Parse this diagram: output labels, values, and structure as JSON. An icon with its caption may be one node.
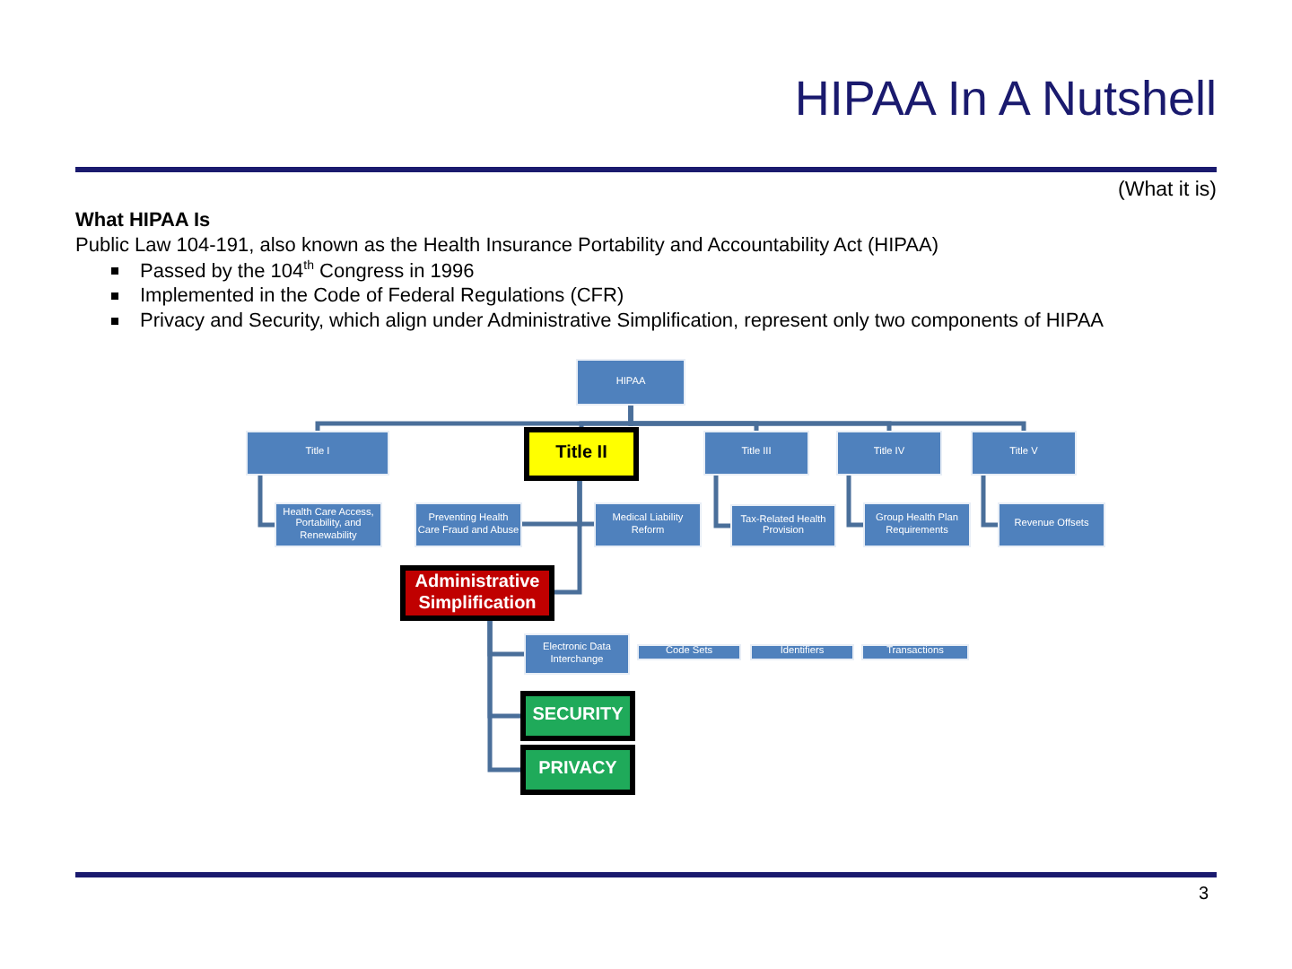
{
  "diagram": {
    "title": "HIPAA In A Nutshell",
    "nodes": [
      {
        "text": [
          "HIPAA"
        ]
      },
      {
        "text": [
          "Title I"
        ]
      },
      {
        "text": [
          "Title II"
        ]
      },
      {
        "text": [
          "Title III"
        ]
      },
      {
        "text": [
          "Title IV"
        ]
      },
      {
        "text": [
          "Title V"
        ]
      },
      {
        "text": [
          "Health Care Access, Portability, and Renewability"
        ]
      },
      {
        "text": [
          "Preventing Health Care Fraud and Abuse"
        ]
      },
      {
        "text": [
          "Medical Liability Reform"
        ]
      },
      {
        "text": [
          "Tax-Related Health Provision"
        ]
      },
      {
        "text": [
          "Group Health Plan Requirements"
        ]
      },
      {
        "text": [
          "Revenue Offsets"
        ]
      },
      {
        "text": [
          "Administrative Simplification"
        ]
      },
      {
        "text": [
          "Electronic Data Interchange"
        ]
      },
      {
        "text": [
          "Code Sets"
        ]
      },
      {
        "text": [
          "Identifiers"
        ]
      },
      {
        "text": [
          "Transactions"
        ]
      },
      {
        "text": [
          "SECURITY"
        ]
      },
      {
        "text": [
          "PRIVACY"
        ]
      }
    ],
    "edges": [
      {
        "from": 0,
        "to": 1,
        "arrow": "none"
      },
      {
        "from": 0,
        "to": 2,
        "arrow": "none"
      },
      {
        "from": 0,
        "to": 3,
        "arrow": "none"
      },
      {
        "from": 0,
        "to": 4,
        "arrow": "none"
      },
      {
        "from": 0,
        "to": 5,
        "arrow": "none"
      },
      {
        "from": 1,
        "to": 6,
        "arrow": "none"
      },
      {
        "from": 2,
        "to": 7,
        "arrow": "none"
      },
      {
        "from": 2,
        "to": 8,
        "arrow": "none"
      },
      {
        "from": 2,
        "to": 12,
        "arrow": "none"
      },
      {
        "from": 3,
        "to": 9,
        "arrow": "none"
      },
      {
        "from": 4,
        "to": 10,
        "arrow": "none"
      },
      {
        "from": 5,
        "to": 11,
        "arrow": "none"
      },
      {
        "from": 12,
        "to": 13,
        "arrow": "none"
      },
      {
        "from": 12,
        "to": 17,
        "arrow": "none"
      },
      {
        "from": 12,
        "to": 18,
        "arrow": "none"
      }
    ],
    "labels": [
      "(What it is)",
      "What HIPAA Is",
      "Public Law 104-191, also known as the Health Insurance Portability and Accountability Act (HIPAA)",
      "Passed by the 104$^{th}$ Congress in 1996",
      "Implemented in the Code of Federal Regulations (CFR)",
      "Privacy and Security, which  align under Administrative Simplification, represent  only two components of HIPAA",
      "3"
    ]
  }
}
